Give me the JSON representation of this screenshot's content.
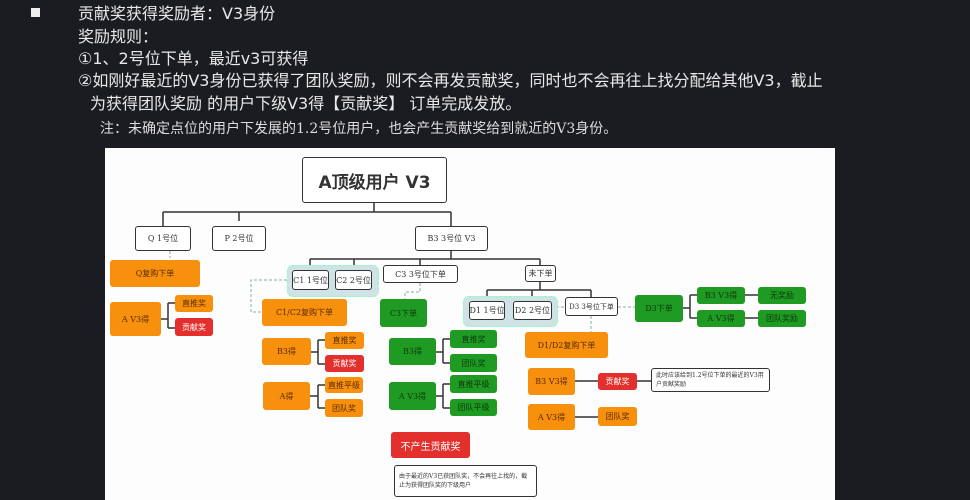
{
  "slide": {
    "title": "贡献奖获得奖励者：V3身份",
    "rules_label": "奖励规则：",
    "rule1": "①1、2号位下单，最近v3可获得",
    "rule2": "②如刚好最近的V3身份已获得了团队奖励，则不会再发贡献奖，同时也不会再往上找分配给其他V3，截止",
    "rule2b": "为获得团队奖励  的用户下级V3得【贡献奖】 订单完成发放。",
    "note": "注：未确定点位的用户下发展的1.2号位用户，也会产生贡献奖给到就近的V3身份。"
  },
  "diagram": {
    "top": "A顶级用户 V3",
    "q1": "Q 1号位",
    "p2": "P 2号位",
    "b3": "B3 3号位 V3",
    "q_rebuy": "Q复购下单",
    "q_av3": "A  V3得",
    "q_direct": "直推奖",
    "q_contrib": "贡献奖",
    "c1": "C1 1号位",
    "c2": "C2 2号位",
    "c3": "C3 3号位下单",
    "unordered": "未下单",
    "c12_rebuy": "C1/C2复购下单",
    "c3_order": "C3下单",
    "ob3": "B3得",
    "ob3_direct": "直推奖",
    "ob3_contrib": "贡献奖",
    "oa": "A得",
    "oa_direct": "直推平级",
    "oa_team": "团队奖",
    "gb3": "B3得",
    "gb3_direct": "直推奖",
    "gb3_team": "团队奖",
    "gav3": "A V3得",
    "gav3_direct": "直推平级",
    "gav3_team": "团队平级",
    "d1": "D1 1号位",
    "d2": "D2 2号位",
    "d3": "D3 3号位下单",
    "d3_order": "D3下单",
    "d_b3v3": "B3 V3得",
    "d_b3_none": "无奖励",
    "d_av3": "A  V3得",
    "d_a_team": "团队奖励",
    "d12_rebuy": "D1/D2复购下单",
    "db3v3": "B3  V3得",
    "db3_contrib": "贡献奖",
    "db3_note": "此时应该给到1.2号位下单的最近的V3用户贡献奖励",
    "dav3": "A  V3得",
    "dav3_team": "团队奖",
    "no_contrib": "不产生贡献奖",
    "bottom_note": "由于最近的V3已获团队奖，不会再往上找的，截止为获得团队奖的下级用户"
  }
}
